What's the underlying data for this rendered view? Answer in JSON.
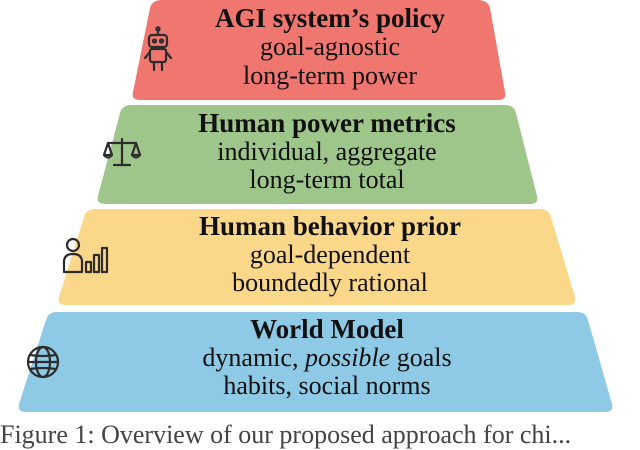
{
  "layers": [
    {
      "id": "agi-policy",
      "color": "#f07670",
      "icon": "robot-icon",
      "title": "AGI system’s policy",
      "lines": [
        "goal-agnostic",
        "long-term power"
      ]
    },
    {
      "id": "human-power-metrics",
      "color": "#9ec58a",
      "icon": "balance-scale-icon",
      "title": "Human power metrics",
      "lines": [
        "individual, aggregate",
        "long-term total"
      ]
    },
    {
      "id": "human-behavior-prior",
      "color": "#fbd789",
      "icon": "person-chart-icon",
      "title": "Human behavior prior",
      "lines": [
        "goal-dependent",
        "boundedly rational"
      ]
    },
    {
      "id": "world-model",
      "color": "#8ec9e5",
      "icon": "globe-icon",
      "title": "World Model",
      "lines_rich": [
        [
          {
            "text": "dynamic, ",
            "italic": false
          },
          {
            "text": "possible",
            "italic": true
          },
          {
            "text": " goals",
            "italic": false
          }
        ],
        [
          {
            "text": "habits, social norms",
            "italic": false
          }
        ]
      ]
    }
  ],
  "caption": "Figure 1:  Overview of our proposed approach for chi..."
}
